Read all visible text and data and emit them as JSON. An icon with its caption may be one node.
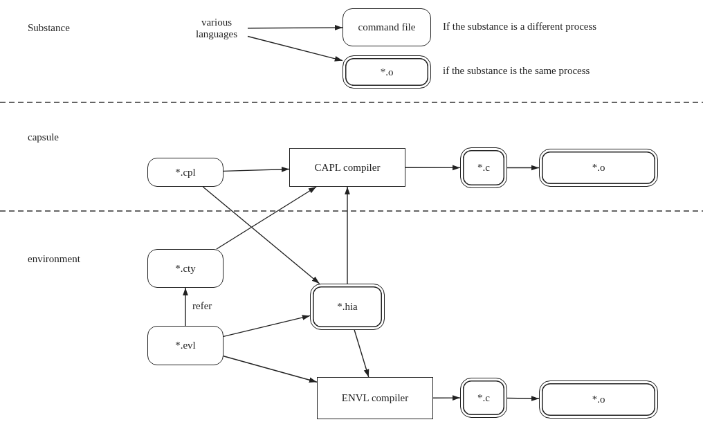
{
  "diagram": {
    "nodes": [
      {
        "text": [
          "various languages"
        ]
      },
      {
        "text": [
          "command file"
        ],
        "beside": [
          "If the substance is a different process"
        ]
      },
      {
        "text": [
          "*.o"
        ],
        "beside": [
          "if the substance is the same process"
        ]
      },
      {
        "text": [
          "*.cpl"
        ]
      },
      {
        "text": [
          "CAPL compiler"
        ]
      },
      {
        "text": [
          "*.c"
        ]
      },
      {
        "text": [
          "*.o"
        ]
      },
      {
        "text": [
          "*.cty"
        ]
      },
      {
        "text": [
          "*.hia"
        ]
      },
      {
        "text": [
          "*.evl"
        ]
      },
      {
        "text": [
          "ENVL compiler"
        ]
      },
      {
        "text": [
          "*.c"
        ]
      },
      {
        "text": [
          "*.o"
        ]
      }
    ],
    "edges": [
      {
        "from": 0,
        "to": 1,
        "arrow": "to"
      },
      {
        "from": 0,
        "to": 2,
        "arrow": "to"
      },
      {
        "from": 3,
        "to": 4,
        "arrow": "to"
      },
      {
        "from": 4,
        "to": 5,
        "arrow": "to"
      },
      {
        "from": 5,
        "to": 6,
        "arrow": "to"
      },
      {
        "from": 7,
        "to": 4,
        "arrow": "to"
      },
      {
        "from": 3,
        "to": 8,
        "arrow": "to"
      },
      {
        "from": 8,
        "to": 4,
        "arrow": "to"
      },
      {
        "from": 9,
        "to": 7,
        "arrow": "to",
        "label": "refer"
      },
      {
        "from": 9,
        "to": 8,
        "arrow": "to"
      },
      {
        "from": 9,
        "to": 10,
        "arrow": "to"
      },
      {
        "from": 8,
        "to": 10,
        "arrow": "to"
      },
      {
        "from": 10,
        "to": 11,
        "arrow": "to"
      },
      {
        "from": 11,
        "to": 12,
        "arrow": "to"
      }
    ],
    "labels": [
      "Substance",
      "capsule",
      "environment"
    ]
  }
}
